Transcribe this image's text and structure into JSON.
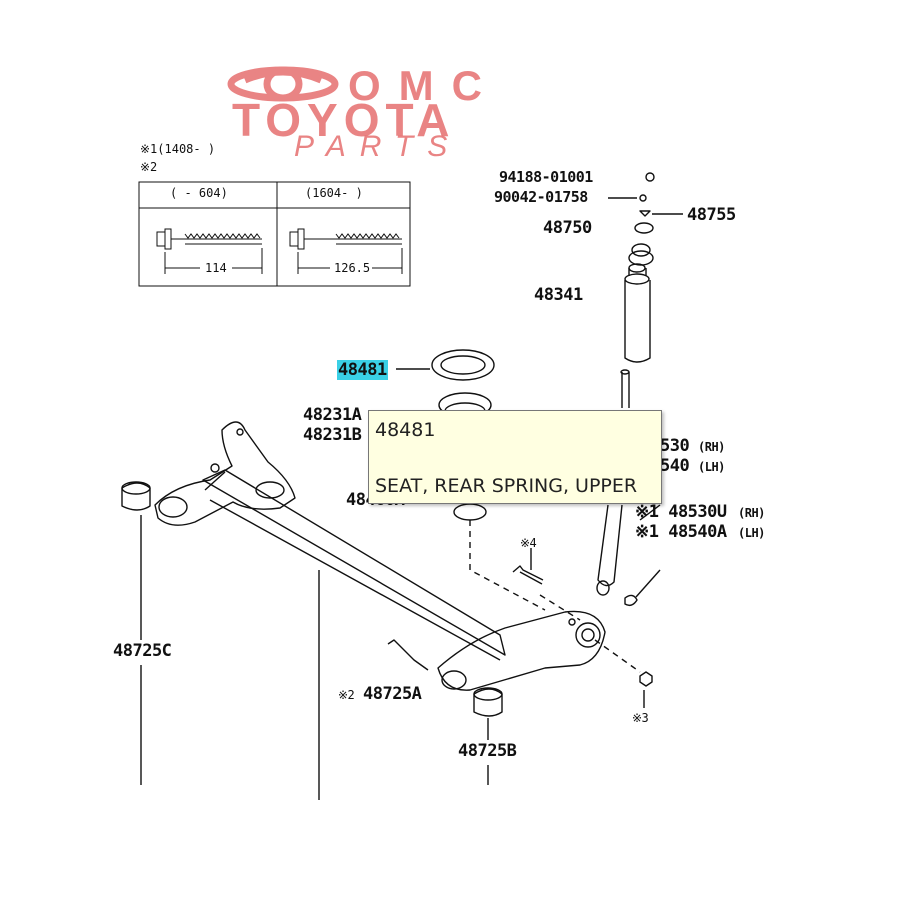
{
  "logo": {
    "mark": "OMC",
    "brand": "TOYOTA",
    "tagline": "PARTS",
    "color": "#e56a6a"
  },
  "inset": {
    "note1": "※1(1408-      )",
    "note2": "※2",
    "col_left": "(     - 604)",
    "col_right": "(1604-      )",
    "dim_left": "114",
    "dim_right": "126.5"
  },
  "labels": {
    "p94188": "94188-01001",
    "p90042": "90042-01758",
    "p48755": "48755",
    "p48750": "48750",
    "p48341": "48341",
    "p48481": "48481",
    "p48231a": "48231A",
    "p48231b": "48231B",
    "p48530rh": "530",
    "rh": "(RH)",
    "p48540lh": "540",
    "lh": "(LH)",
    "p48460a": "48460A",
    "p48530u": "※1 48530U",
    "rh2": "(RH)",
    "p48540a": "※1 48540A",
    "lh2": "(LH)",
    "note4": "※4",
    "p48725c": "48725C",
    "p48725a": "48725A",
    "note2b": "※2",
    "note3": "※3",
    "p48725b": "48725B"
  },
  "tooltip": {
    "part_number": "48481",
    "description": "SEAT, REAR SPRING, UPPER"
  },
  "colors": {
    "highlight": "#3ad0e6",
    "tooltip_bg": "#ffffe1"
  }
}
